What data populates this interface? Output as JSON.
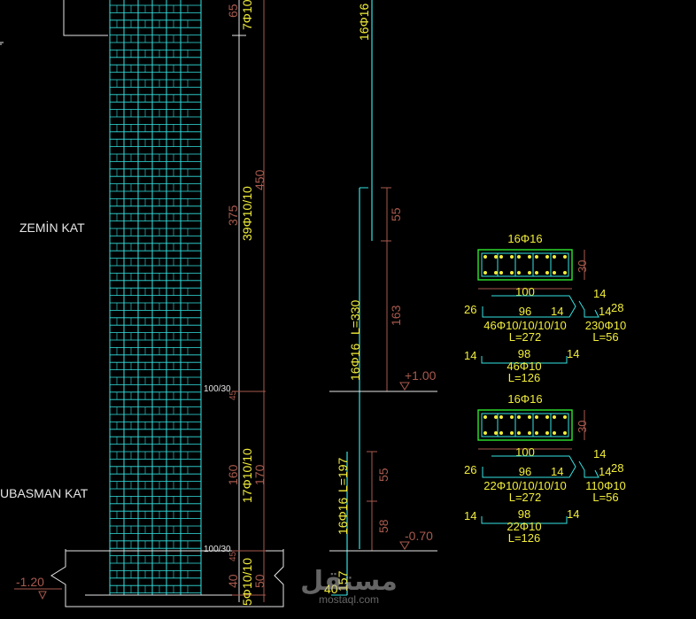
{
  "colors": {
    "background": "#000000",
    "cyan": "#34e3e3",
    "yellow": "#f2ee3a",
    "dim": "#a85a4e",
    "white": "#e6e6e6",
    "green": "#2ee62e"
  },
  "floors": {
    "ground": "ZEMİN KAT",
    "basement": "UBASMAN KAT"
  },
  "left_levels": {
    "basement_level": "-1.20"
  },
  "column_ties": {
    "top_dim": "65",
    "top_label": "7Φ10",
    "upper_dim": "375",
    "upper_label": "39Φ10/10",
    "total_dim": "450",
    "mid_tag": "100/30",
    "mid_small": "45",
    "lower_dim": "160",
    "lower_label": "17Φ10/10",
    "lower_total": "170",
    "bottom_tag": "100/30",
    "bottom_small": "45",
    "bottom_dim_a": "40",
    "bottom_dim_b": "50",
    "bottom_label": "5Φ10/10"
  },
  "long_bars": {
    "top_label": "16Φ16",
    "lap_upper": "55",
    "upper_bar": "16Φ16",
    "upper_length": "L=330",
    "upper_span": "163",
    "lower_bar": "16Φ16",
    "lower_length": "L=197",
    "lap_lower": "55",
    "lower_span": "58",
    "anchor_dim": "157",
    "anchor_base": "40"
  },
  "levels": {
    "upper": "+1.00",
    "lower": "-0.70"
  },
  "section_upper": {
    "bars": "16Φ16",
    "width": "100",
    "depth": "30",
    "hook": "26",
    "mid": "96",
    "leg": "14",
    "stirrup": "46Φ10/10/10/10",
    "stirrup_len": "L=272",
    "tie_hook_a": "14",
    "tie_hook_b": "14",
    "tie_hook_c": "28",
    "tie": "230Φ10",
    "tie_len": "L=56",
    "bar_leg_l": "14",
    "bar_mid": "98",
    "bar_leg_r": "14",
    "bar": "46Φ10",
    "bar_len": "L=126"
  },
  "section_lower": {
    "bars": "16Φ16",
    "width": "100",
    "depth": "30",
    "hook": "26",
    "mid": "96",
    "leg": "14",
    "stirrup": "22Φ10/10/10/10",
    "stirrup_len": "L=272",
    "tie_hook_a": "14",
    "tie_hook_b": "14",
    "tie_hook_c": "28",
    "tie": "110Φ10",
    "tie_len": "L=56",
    "bar_leg_l": "14",
    "bar_mid": "98",
    "bar_leg_r": "14",
    "bar": "22Φ10",
    "bar_len": "L=126"
  },
  "watermark": {
    "arabic": "مستقل",
    "latin": "mostaql.com"
  }
}
